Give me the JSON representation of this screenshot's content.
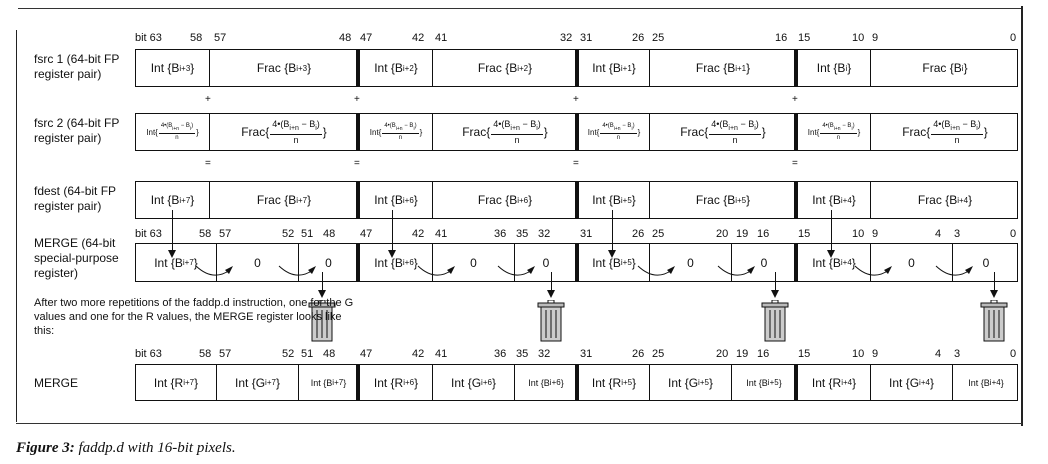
{
  "figure": {
    "caption_label": "Figure 3:",
    "caption_text": "faddp.d with 16-bit pixels."
  },
  "rows": {
    "fsrc1_label": "fsrc 1 (64-bit FP register pair)",
    "fsrc2_label": "fsrc 2 (64-bit FP register pair)",
    "fdest_label": "fdest (64-bit FP register pair)",
    "merge1_label": "MERGE (64-bit special-purpose register)",
    "merge2_label": "MERGE"
  },
  "bit_labels_top": [
    "bit 63",
    "58",
    "57",
    "48",
    "47",
    "42",
    "41",
    "32",
    "31",
    "26",
    "25",
    "16",
    "15",
    "10",
    "9",
    "0"
  ],
  "bit_labels_merge": [
    "bit 63",
    "58",
    "57",
    "52",
    "51",
    "48",
    "47",
    "42",
    "41",
    "36",
    "35",
    "32",
    "31",
    "26",
    "25",
    "20",
    "19",
    "16",
    "15",
    "10",
    "9",
    "4",
    "3",
    "0"
  ],
  "fsrc1_cells": [
    {
      "kind": "Int",
      "var": "B",
      "sub": "i+3"
    },
    {
      "kind": "Frac",
      "var": "B",
      "sub": "i+3"
    },
    {
      "kind": "Int",
      "var": "B",
      "sub": "i+2"
    },
    {
      "kind": "Frac",
      "var": "B",
      "sub": "i+2"
    },
    {
      "kind": "Int",
      "var": "B",
      "sub": "i+1"
    },
    {
      "kind": "Frac",
      "var": "B",
      "sub": "i+1"
    },
    {
      "kind": "Int",
      "var": "B",
      "sub": "i"
    },
    {
      "kind": "Frac",
      "var": "B",
      "sub": "i"
    }
  ],
  "fsrc2_cells": [
    {
      "kind": "Int",
      "num": "4•(B",
      "numsub": "i+n",
      "numtail": " − B",
      "numtailsub": "i",
      "den": "n"
    },
    {
      "kind": "Frac",
      "num": "4•(B",
      "numsub": "i+n",
      "numtail": " − B",
      "numtailsub": "i",
      "den": "n"
    },
    {
      "kind": "Int",
      "num": "4•(B",
      "numsub": "i+n",
      "numtail": " − B",
      "numtailsub": "i",
      "den": "n"
    },
    {
      "kind": "Frac",
      "num": "4•(B",
      "numsub": "i+n",
      "numtail": " − B",
      "numtailsub": "i",
      "den": "n"
    },
    {
      "kind": "Int",
      "num": "4•(B",
      "numsub": "i+n",
      "numtail": " − B",
      "numtailsub": "i",
      "den": "n"
    },
    {
      "kind": "Frac",
      "num": "4•(B",
      "numsub": "i+n",
      "numtail": " − B",
      "numtailsub": "i",
      "den": "n"
    },
    {
      "kind": "Int",
      "num": "4•(B",
      "numsub": "i+n",
      "numtail": " − B",
      "numtailsub": "i",
      "den": "n"
    },
    {
      "kind": "Frac",
      "num": "4•(B",
      "numsub": "i+n",
      "numtail": " − B",
      "numtailsub": "i",
      "den": "n"
    }
  ],
  "fdest_cells": [
    {
      "kind": "Int",
      "var": "B",
      "sub": "i+7"
    },
    {
      "kind": "Frac",
      "var": "B",
      "sub": "i+7"
    },
    {
      "kind": "Int",
      "var": "B",
      "sub": "i+6"
    },
    {
      "kind": "Frac",
      "var": "B",
      "sub": "i+6"
    },
    {
      "kind": "Int",
      "var": "B",
      "sub": "i+5"
    },
    {
      "kind": "Frac",
      "var": "B",
      "sub": "i+5"
    },
    {
      "kind": "Int",
      "var": "B",
      "sub": "i+4"
    },
    {
      "kind": "Frac",
      "var": "B",
      "sub": "i+4"
    }
  ],
  "merge1_cells": [
    {
      "text": "Int {B",
      "sub": "i+7",
      "close": "}"
    },
    {
      "text": "0"
    },
    {
      "text": "0"
    },
    {
      "text": "Int {B",
      "sub": "i+6",
      "close": "}"
    },
    {
      "text": "0"
    },
    {
      "text": "0"
    },
    {
      "text": "Int {B",
      "sub": "i+5",
      "close": "}"
    },
    {
      "text": "0"
    },
    {
      "text": "0"
    },
    {
      "text": "Int {B",
      "sub": "i+4",
      "close": "}"
    },
    {
      "text": "0"
    },
    {
      "text": "0"
    }
  ],
  "merge2_cells": [
    {
      "text": "Int {R",
      "sub": "i+7",
      "close": "}"
    },
    {
      "text": "Int {G",
      "sub": "i+7",
      "close": "}"
    },
    {
      "text": "Int {B",
      "sub": "i+7",
      "close": "}"
    },
    {
      "text": "Int {R",
      "sub": "i+6",
      "close": "}"
    },
    {
      "text": "Int {G",
      "sub": "i+6",
      "close": "}"
    },
    {
      "text": "Int {B",
      "sub": "i+6",
      "close": "}"
    },
    {
      "text": "Int {R",
      "sub": "i+5",
      "close": "}"
    },
    {
      "text": "Int {G",
      "sub": "i+5",
      "close": "}"
    },
    {
      "text": "Int {B",
      "sub": "i+5",
      "close": "}"
    },
    {
      "text": "Int {R",
      "sub": "i+4",
      "close": "}"
    },
    {
      "text": "Int {G",
      "sub": "i+4",
      "close": "}"
    },
    {
      "text": "Int {B",
      "sub": "i+4",
      "close": "}"
    }
  ],
  "operators": {
    "plus": "+",
    "equals": "="
  },
  "note": "After two more repetitions of the faddp.d instruction, one for the G values and one for the R values, the MERGE register looks like this:",
  "icons": {
    "discard": "trash-can-icon",
    "shift": "curved-arrow-icon",
    "flow": "down-arrow-icon"
  }
}
